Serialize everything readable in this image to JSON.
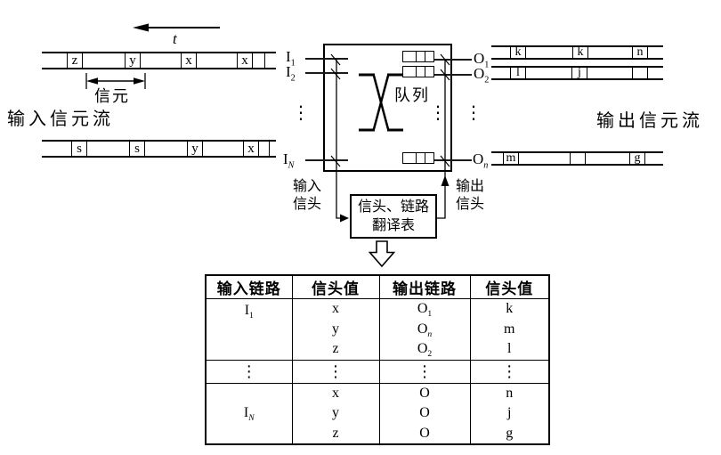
{
  "labels": {
    "time": "t",
    "cell": "信元",
    "input_stream": "输入信元流",
    "output_stream": "输出信元流",
    "queue": "队列",
    "input_header_l1": "输入",
    "input_header_l2": "信头",
    "output_header_l1": "输出",
    "output_header_l2": "信头",
    "translator_l1": "信头、链路",
    "translator_l2": "翻译表",
    "dots": "⋮"
  },
  "switch": {
    "inputs": [
      {
        "base": "I",
        "sub": "1"
      },
      {
        "base": "I",
        "sub": "2"
      },
      {
        "base": "I",
        "sub": "N"
      }
    ],
    "outputs": [
      {
        "base": "O",
        "sub": "1"
      },
      {
        "base": "O",
        "sub": "2"
      },
      {
        "base": "O",
        "sub": "n"
      }
    ]
  },
  "tapes": {
    "input_top": [
      "z",
      "y",
      "x",
      "x"
    ],
    "input_bottom": [
      "s",
      "s",
      "y",
      "x"
    ],
    "output_1": [
      "k",
      "k",
      "n"
    ],
    "output_2": [
      "l",
      "j",
      ""
    ],
    "output_n": [
      "m",
      "",
      "g"
    ]
  },
  "table": {
    "headers": [
      "输入链路",
      "信头值",
      "输出链路",
      "信头值"
    ],
    "row1": {
      "in_link": {
        "base": "I",
        "sub": "1"
      },
      "in_headers": [
        "x",
        "y",
        "z"
      ],
      "out_links": [
        {
          "base": "O",
          "sub": "1"
        },
        {
          "base": "O",
          "sub": "n"
        },
        {
          "base": "O",
          "sub": "2"
        }
      ],
      "out_headers": [
        "k",
        "m",
        "l"
      ]
    },
    "row2": {
      "in_link": {
        "base": "I",
        "sub": "N"
      },
      "in_headers": [
        "x",
        "y",
        "z"
      ],
      "out_links": [
        {
          "base": "O",
          "sub": ""
        },
        {
          "base": "O",
          "sub": ""
        },
        {
          "base": "O",
          "sub": ""
        }
      ],
      "out_headers": [
        "n",
        "j",
        "g"
      ]
    }
  },
  "colors": {
    "line": "#000000",
    "background": "#ffffff"
  }
}
